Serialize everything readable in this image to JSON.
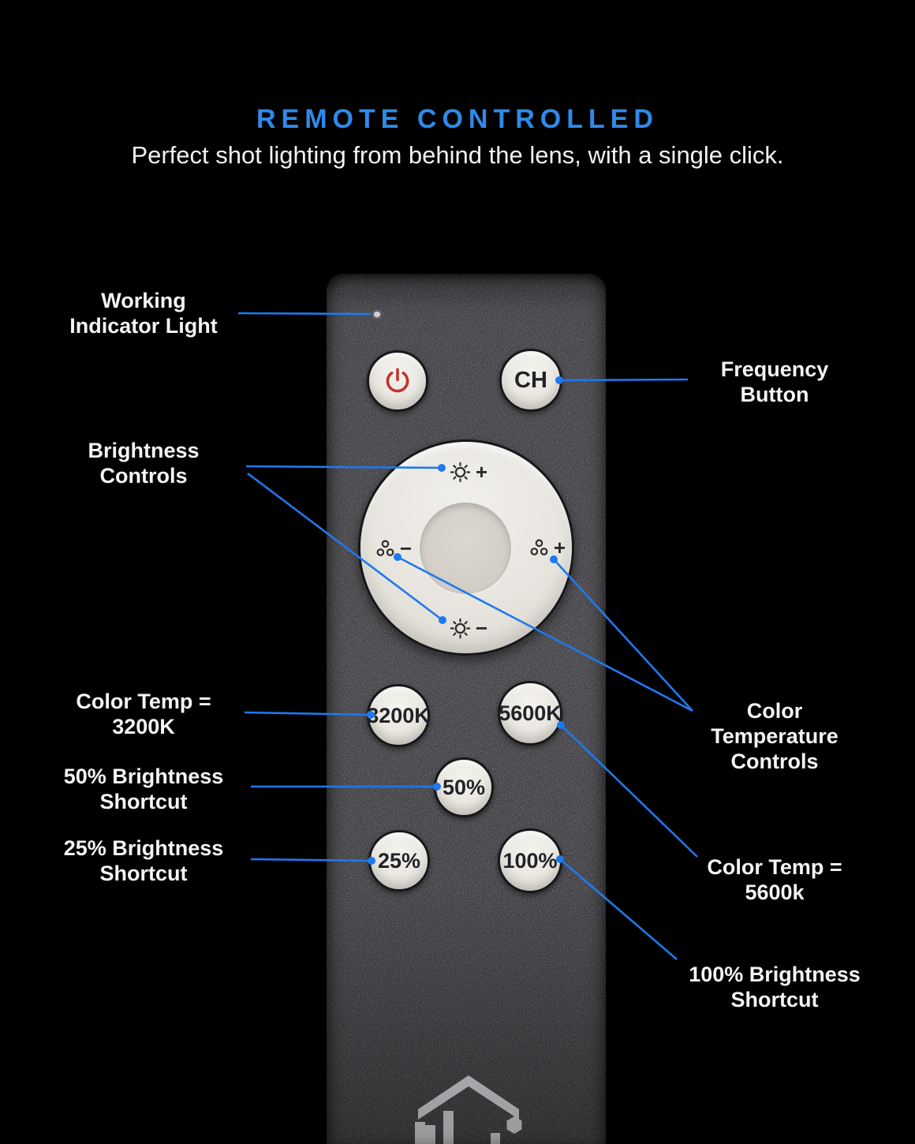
{
  "header": {
    "title": "REMOTE CONTROLLED",
    "subtitle_line1": "Perfect shot lighting from behind",
    "subtitle_line2": "the lens, with a single click."
  },
  "remote": {
    "channel_button": "CH",
    "dial": {
      "brightness_up_sign": "+",
      "brightness_down_sign": "−",
      "temp_down_sign": "−",
      "temp_up_sign": "+"
    },
    "preset_buttons": {
      "temp_3200k": "3200K",
      "temp_5600k": "5600K",
      "pct_50": "50%",
      "pct_25": "25%",
      "pct_100": "100%"
    }
  },
  "annotations": {
    "left": [
      {
        "id": "working-indicator-light",
        "lines": [
          "Working",
          "Indicator Light"
        ]
      },
      {
        "id": "brightness-controls",
        "lines": [
          "Brightness",
          "Controls"
        ]
      },
      {
        "id": "color-temp-3200k",
        "lines": [
          "Color Temp =",
          "3200K"
        ]
      },
      {
        "id": "brightness-50-shortcut",
        "lines": [
          "50% Brightness",
          "Shortcut"
        ]
      },
      {
        "id": "brightness-25-shortcut",
        "lines": [
          "25% Brightness",
          "Shortcut"
        ]
      }
    ],
    "right": [
      {
        "id": "frequency-button",
        "lines": [
          "Frequency",
          "Button"
        ]
      },
      {
        "id": "color-temp-controls",
        "lines": [
          "Color",
          "Temperature",
          "Controls"
        ]
      },
      {
        "id": "color-temp-5600k",
        "lines": [
          "Color Temp =",
          "5600k"
        ]
      },
      {
        "id": "brightness-100-shortcut",
        "lines": [
          "100% Brightness",
          "Shortcut"
        ]
      }
    ]
  },
  "colors": {
    "background": "#000000",
    "accent_blue": "#2e8ae9",
    "line_blue": "#1e79ee",
    "text_white": "#f4f4f4",
    "remote_body": "#3d3c40",
    "button_face": "#eae7e1",
    "power_red": "#c4322e"
  }
}
